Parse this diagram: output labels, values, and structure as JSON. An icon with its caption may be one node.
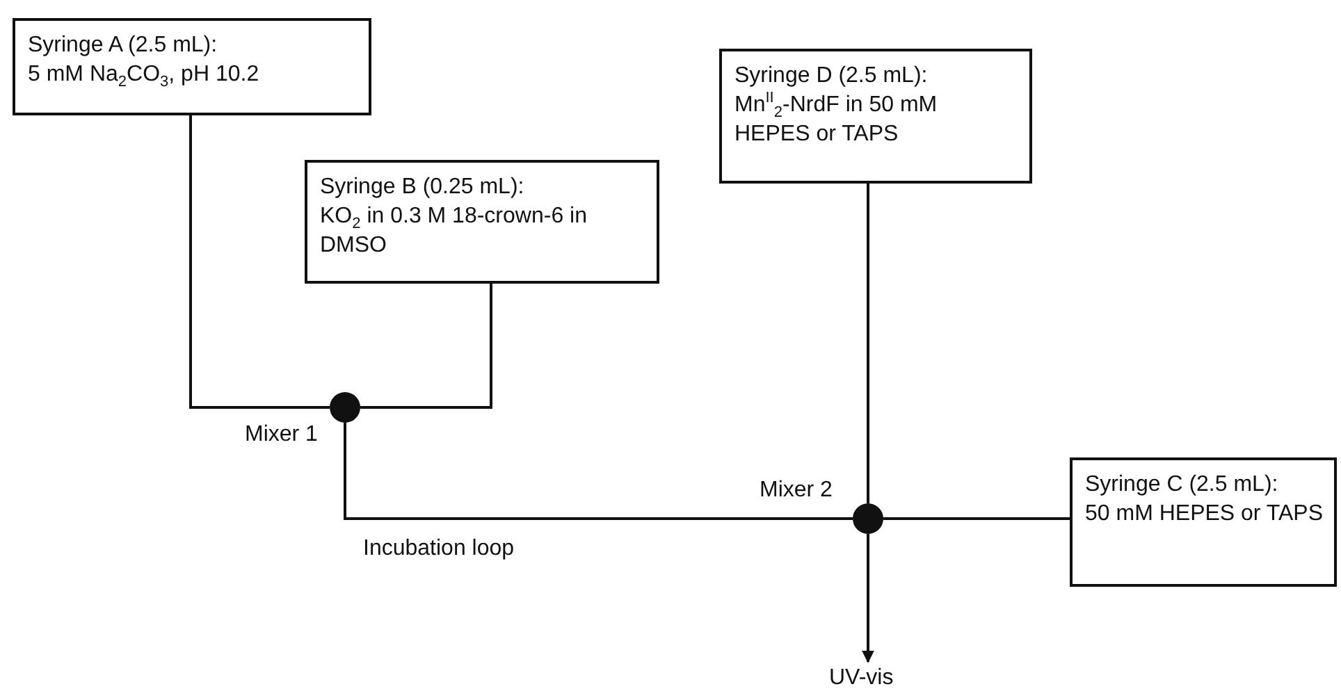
{
  "diagram": {
    "nodes": [
      {
        "text": [
          "Syringe A (2.5 mL):",
          "5 mM Na$_{2}$CO$_{3}$, pH 10.2"
        ]
      },
      {
        "text": [
          "Syringe B (0.25 mL):",
          "KO$_{2}$ in 0.3 M 18-crown-6 in DMSO"
        ]
      },
      {
        "text": [
          "Syringe D (2.5 mL):",
          "Mn$^{II}$$_{2}$-NrdF in 50 mM HEPES or TAPS"
        ]
      },
      {
        "text": [],
        "shape": "circle",
        "beside": [
          "Mixer 1"
        ]
      },
      {
        "text": [],
        "shape": "circle",
        "beside": [
          "Mixer 2"
        ]
      },
      {
        "text": [
          "Syringe C (2.5 mL):",
          "50 mM HEPES or TAPS"
        ]
      },
      {
        "text": [
          "UV-vis"
        ]
      }
    ],
    "edges": [
      {
        "from": 0,
        "to": 3,
        "arrow": "none"
      },
      {
        "from": 1,
        "to": 3,
        "arrow": "none"
      },
      {
        "from": 3,
        "to": 4,
        "arrow": "none",
        "label": "Incubation loop"
      },
      {
        "from": 2,
        "to": 4,
        "arrow": "none"
      },
      {
        "from": 5,
        "to": 4,
        "arrow": "none"
      },
      {
        "from": 4,
        "to": 6,
        "arrow": "to"
      }
    ]
  }
}
